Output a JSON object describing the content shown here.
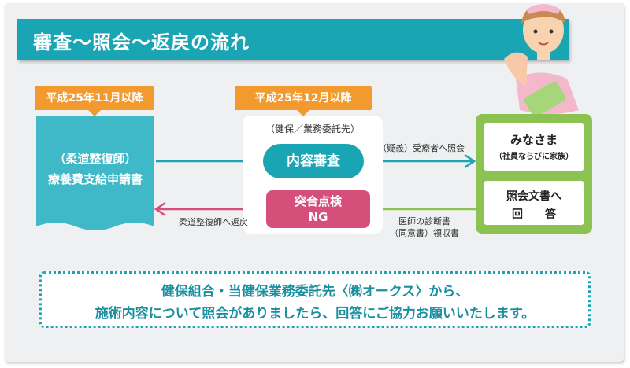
{
  "title": "審査～照会～返戻の流れ",
  "dates": {
    "left": "平成25年11月以降",
    "center": "平成25年12月以降"
  },
  "claim": {
    "line1": "（柔道整復師）",
    "line2": "療養費支給申請書"
  },
  "center": {
    "label": "（健保／業務委託先）",
    "review": "内容審査",
    "ng_line1": "突合点検",
    "ng_line2": "NG"
  },
  "recipient": {
    "title": "みなさま",
    "sub": "（社員ならびに家族）",
    "reply_line1": "照会文書へ",
    "reply_line2": "回　　答"
  },
  "arrows": {
    "inquiry": "（疑義）受療者へ照会",
    "return": "柔道整復師へ返戻",
    "docs_line1": "医師の診断書",
    "docs_line2": "（同意書）領収書"
  },
  "notice": {
    "line1": "健保組合・当健保業務委託先〈㈱オークス〉から、",
    "line2": "施術内容について照会がありましたら、回答にご協力お願いいたします。"
  },
  "colors": {
    "teal": "#1aa5b4",
    "orange": "#f29a2e",
    "pink": "#d64f7b",
    "green": "#8cc251",
    "claim_blue": "#3fb8c8"
  }
}
